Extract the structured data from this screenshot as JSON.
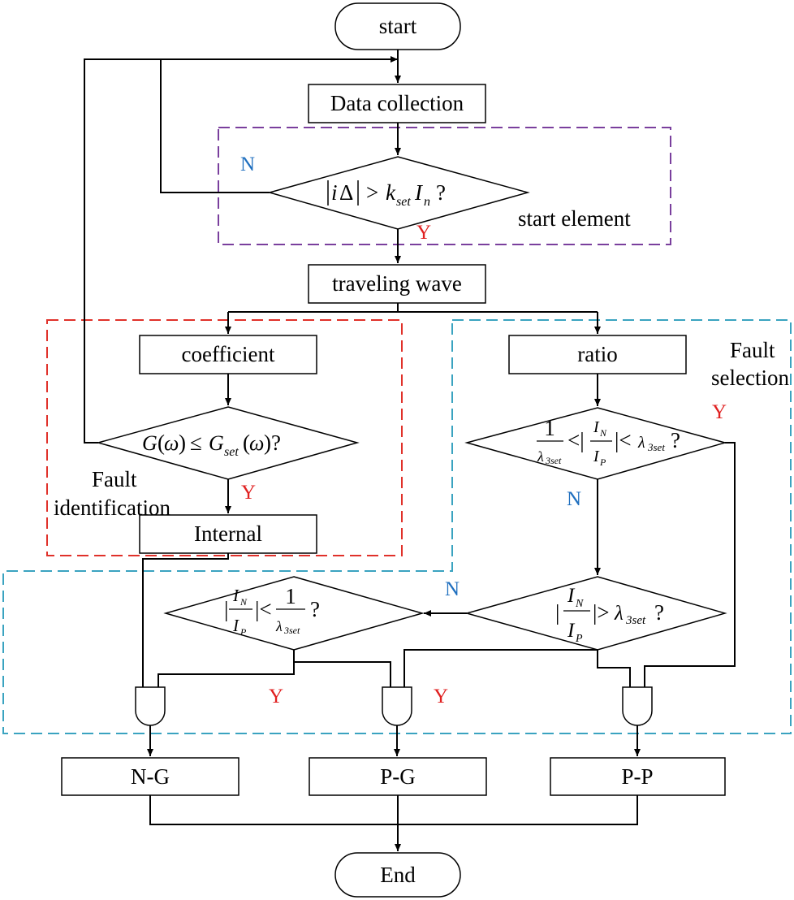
{
  "nodes": {
    "start": "start",
    "data_collection": "Data collection",
    "traveling_wave": "traveling wave",
    "coefficient": "coefficient",
    "ratio": "ratio",
    "internal": "Internal",
    "ng": "N-G",
    "pg": "P-G",
    "pp": "P-P",
    "end": "End"
  },
  "conditions": {
    "start_check": "|iΔ| > k_set I_n ?",
    "g_check": "G(ω) ≤ G_set(ω)?",
    "ratio_range": "1/λ3set < |I_N/I_P| < λ3set ?",
    "ratio_high": "|I_N/I_P| > λ3set ?",
    "ratio_low": "|I_N/I_P| < 1/λ3set ?"
  },
  "regions": {
    "start_element": "start element",
    "fault_selection_1": "Fault",
    "fault_selection_2": "selection",
    "fault_identification_1": "Fault",
    "fault_identification_2": "identification"
  },
  "branch_labels": {
    "yes": "Y",
    "no": "N"
  },
  "colors": {
    "purple_dash": "#7a3f9d",
    "red_dash": "#e0312a",
    "cyan_dash": "#3aa3c0",
    "yes_red": "#e02020",
    "no_blue": "#1f6fbf"
  }
}
